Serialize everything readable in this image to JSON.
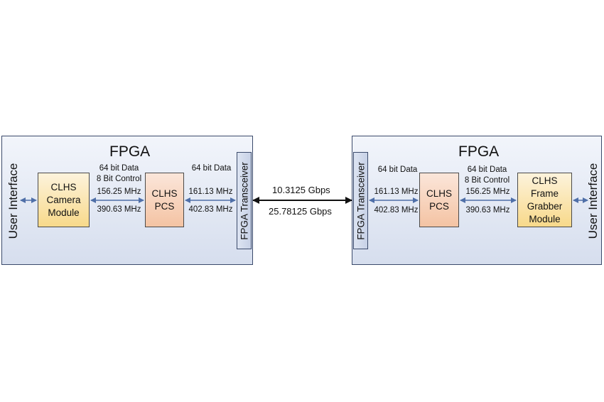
{
  "left": {
    "fpga_title": "FPGA",
    "user_interface": "User Interface",
    "camera_module": "CLHS\nCamera\nModule",
    "pcs": "CLHS\nPCS",
    "transceiver": "FPGA Transceiver",
    "a_data": "64 bit Data",
    "a_control": "8 Bit Control",
    "a_freq_top": "156.25 MHz",
    "a_freq_bottom": "390.63 MHz",
    "b_data": "64 bit Data",
    "b_freq_top": "161.13 MHz",
    "b_freq_bottom": "402.83 MHz"
  },
  "link": {
    "rate_top": "10.3125 Gbps",
    "rate_bottom": "25.78125 Gbps"
  },
  "right": {
    "fpga_title": "FPGA",
    "user_interface": "User Interface",
    "frame_grabber": "CLHS\nFrame\nGrabber\nModule",
    "pcs": "CLHS\nPCS",
    "transceiver": "FPGA Transceiver",
    "b_data": "64 bit Data",
    "b_freq_top": "161.13 MHz",
    "b_freq_bottom": "402.83 MHz",
    "a_data": "64 bit Data",
    "a_control": "8 Bit Control",
    "a_freq_top": "156.25 MHz",
    "a_freq_bottom": "390.63 MHz"
  },
  "colors": {
    "arrow_blue": "#4f6fa8",
    "arrow_black": "#111111",
    "module_yellow": "#f8d98a",
    "pcs_orange": "#f4c3a3",
    "fpga_blue": "#d6deee"
  }
}
